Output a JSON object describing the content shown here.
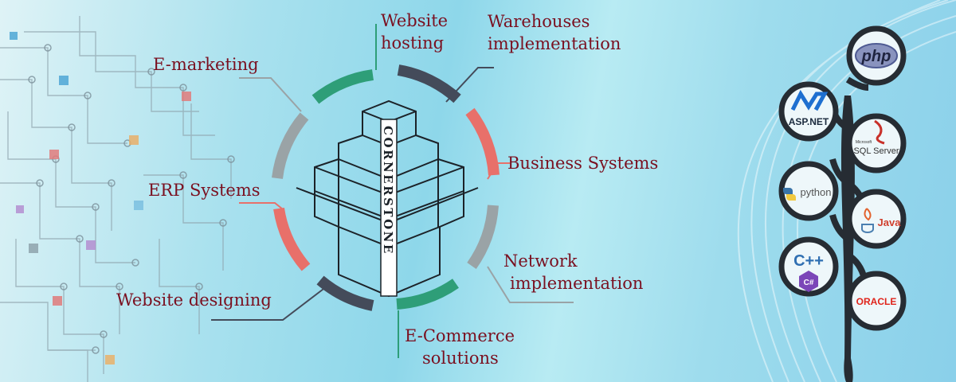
{
  "logo": {
    "wordmark": "CORNERSTONE"
  },
  "services": {
    "website_hosting": [
      "Website",
      "hosting"
    ],
    "warehouses_implementation": [
      "Warehouses",
      "implementation"
    ],
    "e_marketing": [
      "E-marketing"
    ],
    "business_systems": [
      "Business Systems"
    ],
    "erp_systems": [
      "ERP Systems"
    ],
    "network_implementation": [
      "Network",
      "implementation"
    ],
    "website_designing": [
      "Website designing"
    ],
    "e_commerce_solutions": [
      "E-Commerce",
      "solutions"
    ]
  },
  "technologies": {
    "php": "php",
    "aspnet": "ASP.NET",
    "sqlserver_small": "Microsoft",
    "sqlserver": "SQL Server",
    "python": "python",
    "java": "Java",
    "cpp": "C++",
    "csharp": "C#",
    "oracle": "ORACLE"
  },
  "colors": {
    "label_text": "#7a1020",
    "arc_green": "#2e9e78",
    "arc_dark": "#444b5a",
    "arc_red": "#e8706a",
    "arc_gray": "#9aa3a6",
    "tree_dark": "#262c33"
  }
}
